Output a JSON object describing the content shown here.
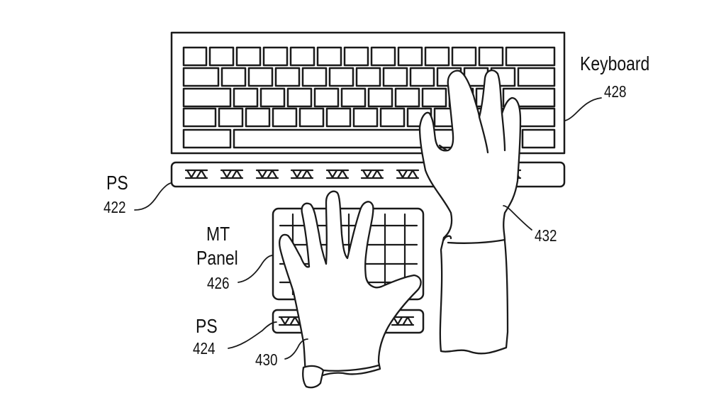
{
  "figure": {
    "type": "patent-diagram",
    "components": [
      {
        "id": "keyboard",
        "name": "Keyboard",
        "ref": "428"
      },
      {
        "id": "ps-upper",
        "name": "PS",
        "ref": "422"
      },
      {
        "id": "mt-panel",
        "name": "MT Panel",
        "name_line1": "MT",
        "name_line2": "Panel",
        "ref": "426"
      },
      {
        "id": "ps-lower",
        "name": "PS",
        "ref": "424"
      },
      {
        "id": "left-hand",
        "name": "",
        "ref": "430"
      },
      {
        "id": "right-hand",
        "name": "",
        "ref": "432"
      }
    ],
    "keyboard_rows": [
      {
        "keys": 13,
        "note": "top row, last key wide"
      },
      {
        "keys": 13,
        "note": "wide first key, wide last key"
      },
      {
        "keys": 12,
        "note": "wider first key"
      },
      {
        "keys": 12,
        "note": "wide first key"
      },
      {
        "keys": 3,
        "note": "left key, long spacebar, right key"
      }
    ],
    "ps_upper_sensor_count": 10,
    "ps_lower_sensor_count": 2,
    "mt_panel_grid": {
      "rows": 4,
      "cols": 5
    },
    "line_color": "#111111",
    "background": "#ffffff"
  }
}
